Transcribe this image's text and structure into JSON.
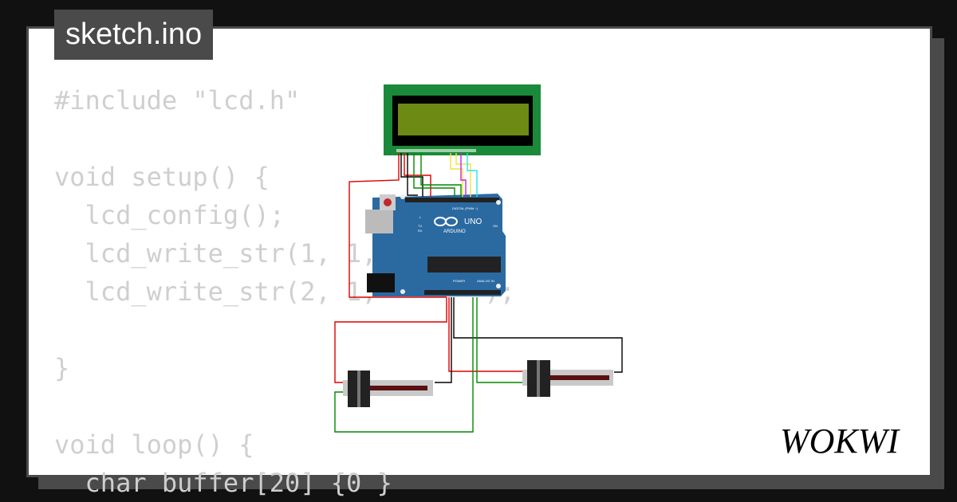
{
  "file_tab": {
    "label": "sketch.ino"
  },
  "code_lines": [
    "#include \"lcd.h\"",
    "",
    "void setup() {",
    "  lcd_config();",
    "  lcd_write_str(1, 1, ",
    "  lcd_write_str(2, 1,       );",
    "",
    "}",
    "",
    "void loop() {",
    "  char buffer[20] {0 }"
  ],
  "board": {
    "name": "UNO",
    "brand": "ARDUINO",
    "header_digital": "DIGITAL (PWM ~)",
    "header_power": "POWER",
    "header_analog": "ANALOG IN",
    "led_on": "ON",
    "led_tx": "TX",
    "led_rx": "RX",
    "led_l": "L"
  },
  "brand": {
    "logo": "WOKWI"
  },
  "colors": {
    "wire_red": "#dd0000",
    "wire_black": "#000000",
    "wire_green": "#008800",
    "wire_yellow": "#f2e33a",
    "wire_cyan": "#2fe0f0",
    "wire_magenta": "#cc22dd",
    "board_blue": "#2b6aa1",
    "lcd_green": "#1a8a3a",
    "lcd_screen": "#6d8a14"
  }
}
